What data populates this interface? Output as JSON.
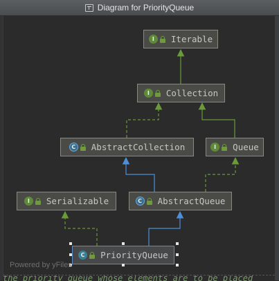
{
  "window": {
    "title": "Diagram for PriorityQueue",
    "title_icon": "diagram-icon"
  },
  "nodes": [
    {
      "id": "iterable",
      "label": "Iterable",
      "kind": "interface",
      "badge": "I"
    },
    {
      "id": "collection",
      "label": "Collection",
      "kind": "interface",
      "badge": "I"
    },
    {
      "id": "abstract_collection",
      "label": "AbstractCollection",
      "kind": "abstract-class",
      "badge": "C"
    },
    {
      "id": "queue",
      "label": "Queue",
      "kind": "interface",
      "badge": "I"
    },
    {
      "id": "serializable",
      "label": "Serializable",
      "kind": "interface",
      "badge": "I"
    },
    {
      "id": "abstract_queue",
      "label": "AbstractQueue",
      "kind": "abstract-class",
      "badge": "C"
    },
    {
      "id": "priority_queue",
      "label": "PriorityQueue",
      "kind": "class",
      "badge": "C",
      "selected": true
    }
  ],
  "edges": [
    {
      "from": "collection",
      "to": "iterable",
      "type": "extends-interface"
    },
    {
      "from": "abstract_collection",
      "to": "collection",
      "type": "implements"
    },
    {
      "from": "queue",
      "to": "collection",
      "type": "extends-interface"
    },
    {
      "from": "abstract_queue",
      "to": "abstract_collection",
      "type": "extends"
    },
    {
      "from": "abstract_queue",
      "to": "queue",
      "type": "implements"
    },
    {
      "from": "priority_queue",
      "to": "serializable",
      "type": "implements"
    },
    {
      "from": "priority_queue",
      "to": "abstract_queue",
      "type": "extends"
    }
  ],
  "watermark": "Powered by yFiles",
  "bottom_text": "the priority queue whose elements are to be placed",
  "colors": {
    "background": "#2b2b2b",
    "node_fill": "#4a4a46",
    "node_border": "#8a8a80",
    "interface_edge": "#6a9a3a",
    "class_edge": "#4e8fd6",
    "selection": "#5a8cc9"
  }
}
